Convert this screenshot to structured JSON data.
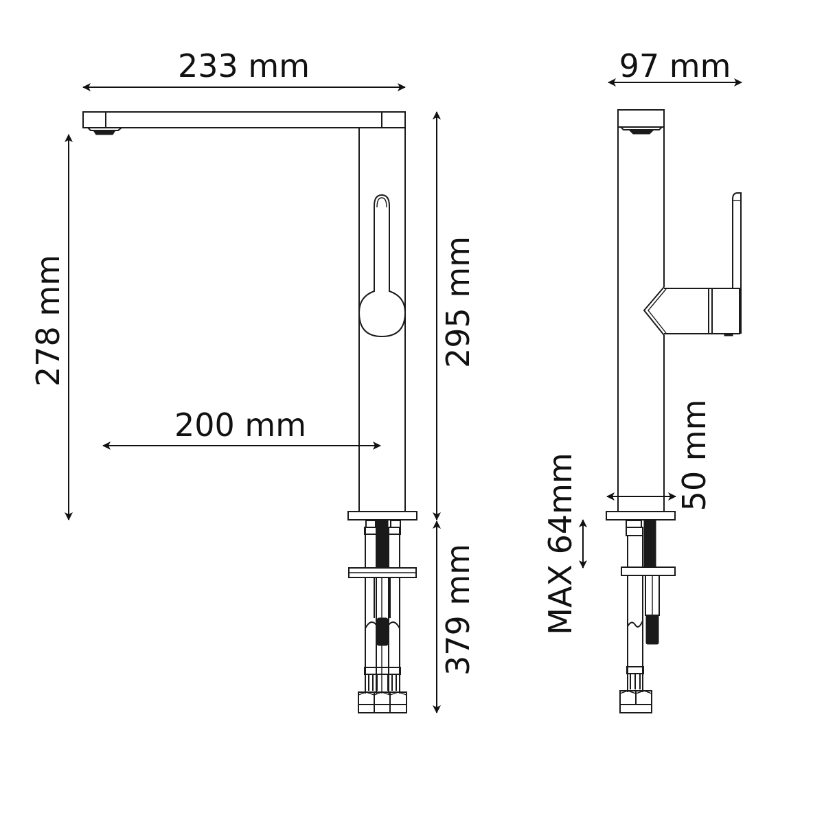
{
  "diagram": {
    "subject": "Kitchen faucet technical dimension drawing",
    "views": [
      "front-view",
      "side-view"
    ],
    "colors": {
      "line": "#1a1a1a",
      "background": "#ffffff"
    }
  },
  "dimensions": {
    "spout_reach_total": {
      "label": "233 mm",
      "value": 233,
      "unit": "mm",
      "orientation": "horizontal"
    },
    "spout_reach_to_center": {
      "label": "200 mm",
      "value": 200,
      "unit": "mm",
      "orientation": "horizontal"
    },
    "spout_outlet_height": {
      "label": "278 mm",
      "value": 278,
      "unit": "mm",
      "orientation": "vertical"
    },
    "total_height_above_deck": {
      "label": "295 mm",
      "value": 295,
      "unit": "mm",
      "orientation": "vertical"
    },
    "below_deck_length": {
      "label": "379 mm",
      "value": 379,
      "unit": "mm",
      "orientation": "vertical"
    },
    "side_depth": {
      "label": "97 mm",
      "value": 97,
      "unit": "mm",
      "orientation": "horizontal"
    },
    "body_diameter": {
      "label": "50 mm",
      "value": 50,
      "unit": "mm",
      "orientation": "horizontal"
    },
    "max_deck_thickness": {
      "label": "MAX 64mm",
      "value": 64,
      "unit": "mm",
      "orientation": "vertical"
    }
  }
}
